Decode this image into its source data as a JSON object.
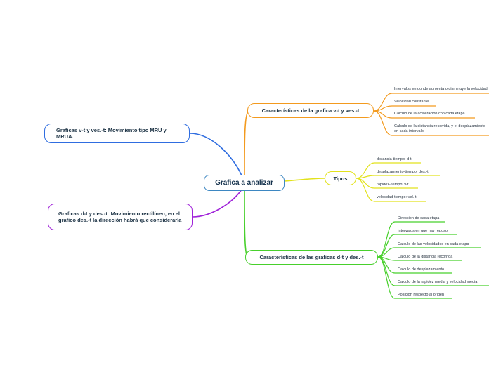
{
  "central": {
    "label": "Grafica a analizar"
  },
  "branches": {
    "left_top": {
      "label": "Graficas v-t y ves.-t: Movimiento tipo MRU y MRUA.",
      "color": "#2f6de0"
    },
    "left_bottom": {
      "label": "Graficas d-t y des.-t: Movimiento rectilíneo, en el grafico des.-t la dirección habrá que considerarla",
      "color": "#a023d9"
    },
    "vt": {
      "label": "Características de la grafica v-t y ves.-t",
      "color": "#f39a1e",
      "items": [
        "Intervalos en donde aumenta o disminuye la velocidad",
        "Velocidad constante",
        "Calculo de la aceleracion con cada etapa",
        "Calculo de la distancia recorrida, y el desplazamiento en cada intervalo."
      ]
    },
    "tipos": {
      "label": "Tipos",
      "color": "#e2e21c",
      "items": [
        "distancia-tiempo: d-t",
        "desplazamiento-tiempo: des.-t",
        "rapidez-tiempo: v-t",
        "velocidad-tiempo: vel.-t"
      ]
    },
    "dt": {
      "label": "Características de las graficas d-t y des.-t",
      "color": "#48d02c",
      "items": [
        "Direccion de cada etapa",
        "Intervalos en que hay reposo",
        "Calculo de las velocidades en cada etapa",
        "Calculo de la distancia recorrida",
        "Calculo de desplazamiento",
        "Calculo de la rapidez media y velocidad media",
        "Posición respecto al origen"
      ]
    }
  }
}
